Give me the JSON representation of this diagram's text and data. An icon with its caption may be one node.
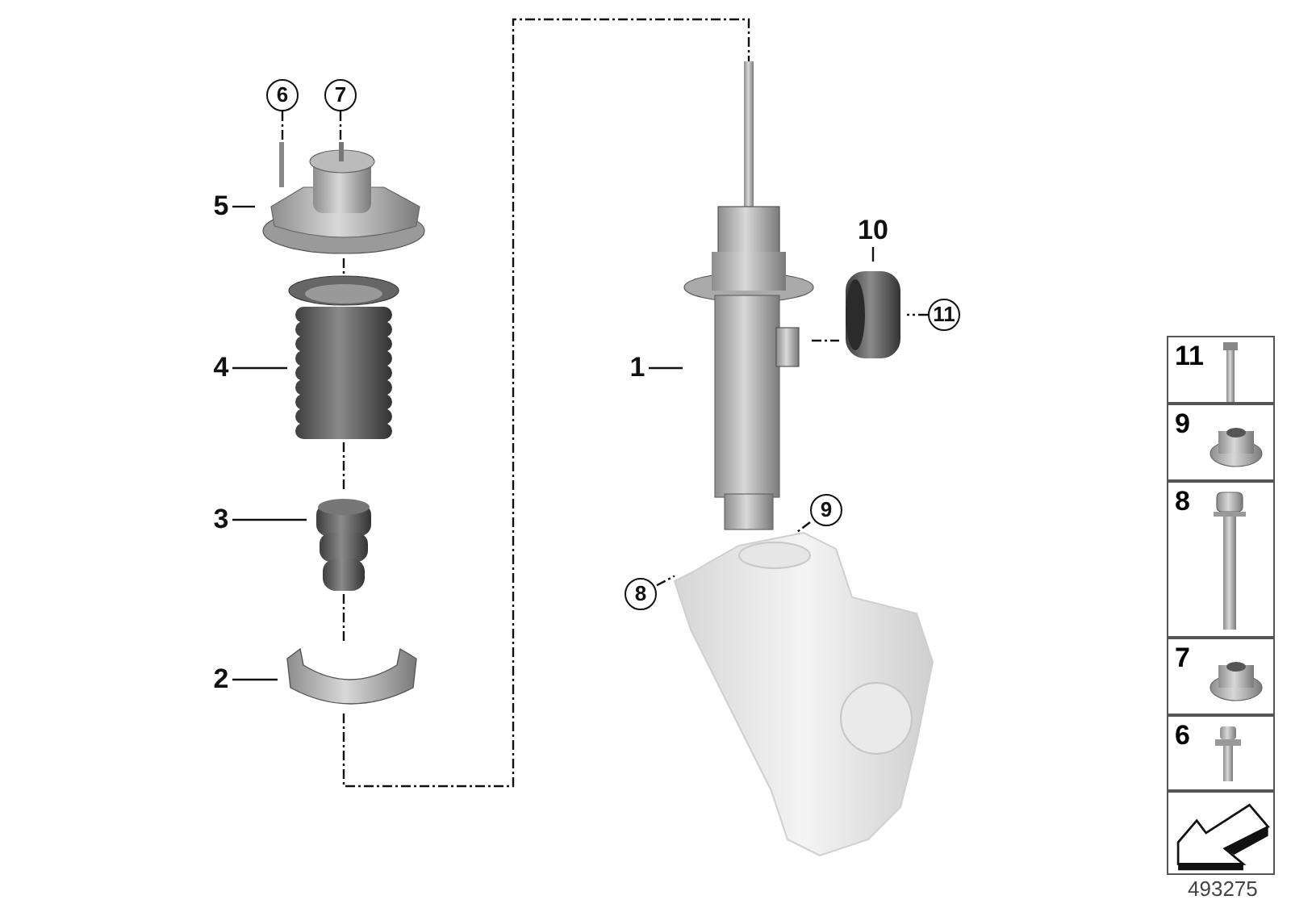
{
  "diagram": {
    "nodes": [
      {
        "text": [
          "1"
        ]
      },
      {
        "text": [],
        "shape": "picture"
      },
      {
        "text": [
          "2"
        ]
      },
      {
        "text": [],
        "shape": "picture"
      },
      {
        "text": [
          "3"
        ]
      },
      {
        "text": [],
        "shape": "picture"
      },
      {
        "text": [
          "4"
        ]
      },
      {
        "text": [],
        "shape": "picture"
      },
      {
        "text": [
          "5"
        ]
      },
      {
        "text": [],
        "shape": "picture"
      },
      {
        "text": [
          "6"
        ]
      },
      {
        "text": [
          "7"
        ]
      },
      {
        "text": [
          "8"
        ]
      },
      {
        "text": [
          "9"
        ]
      },
      {
        "text": [],
        "shape": "picture"
      },
      {
        "text": [
          "10"
        ]
      },
      {
        "text": [],
        "shape": "picture"
      },
      {
        "text": [
          "11"
        ]
      },
      {
        "text": [
          "11"
        ]
      },
      {
        "text": [],
        "shape": "picture",
        "in": 18
      },
      {
        "text": [
          "9"
        ]
      },
      {
        "text": [],
        "shape": "picture",
        "in": 20
      },
      {
        "text": [
          "8"
        ]
      },
      {
        "text": [],
        "shape": "picture",
        "in": 22
      },
      {
        "text": [
          "7"
        ]
      },
      {
        "text": [],
        "shape": "picture",
        "in": 24
      },
      {
        "text": [
          "6"
        ]
      },
      {
        "text": [],
        "shape": "picture",
        "in": 26
      },
      {
        "text": [],
        "shape": "picture"
      }
    ],
    "edges": [
      {
        "from": 0,
        "to": 1,
        "arrow": "none"
      },
      {
        "from": 2,
        "to": 3,
        "arrow": "none"
      },
      {
        "from": 4,
        "to": 5,
        "arrow": "none"
      },
      {
        "from": 6,
        "to": 7,
        "arrow": "none"
      },
      {
        "from": 8,
        "to": 9,
        "arrow": "none"
      },
      {
        "from": 10,
        "to": 9,
        "arrow": "none",
        "style": "dashed"
      },
      {
        "from": 11,
        "to": 9,
        "arrow": "none",
        "style": "dashed"
      },
      {
        "from": 12,
        "to": 14,
        "arrow": "none",
        "style": "dashed"
      },
      {
        "from": 13,
        "to": 14,
        "arrow": "none",
        "style": "dashed"
      },
      {
        "from": 15,
        "to": 16,
        "arrow": "none"
      },
      {
        "from": 17,
        "to": 16,
        "arrow": "none",
        "style": "dashed"
      },
      {
        "from": 9,
        "to": 7,
        "arrow": "none",
        "style": "dashed"
      },
      {
        "from": 7,
        "to": 5,
        "arrow": "none",
        "style": "dashed"
      },
      {
        "from": 5,
        "to": 3,
        "arrow": "none",
        "style": "dashed"
      },
      {
        "from": 3,
        "to": 1,
        "arrow": "none",
        "style": "dashed"
      },
      {
        "from": 1,
        "to": 16,
        "arrow": "none",
        "style": "dashed"
      }
    ],
    "labels": [
      "493275"
    ]
  }
}
